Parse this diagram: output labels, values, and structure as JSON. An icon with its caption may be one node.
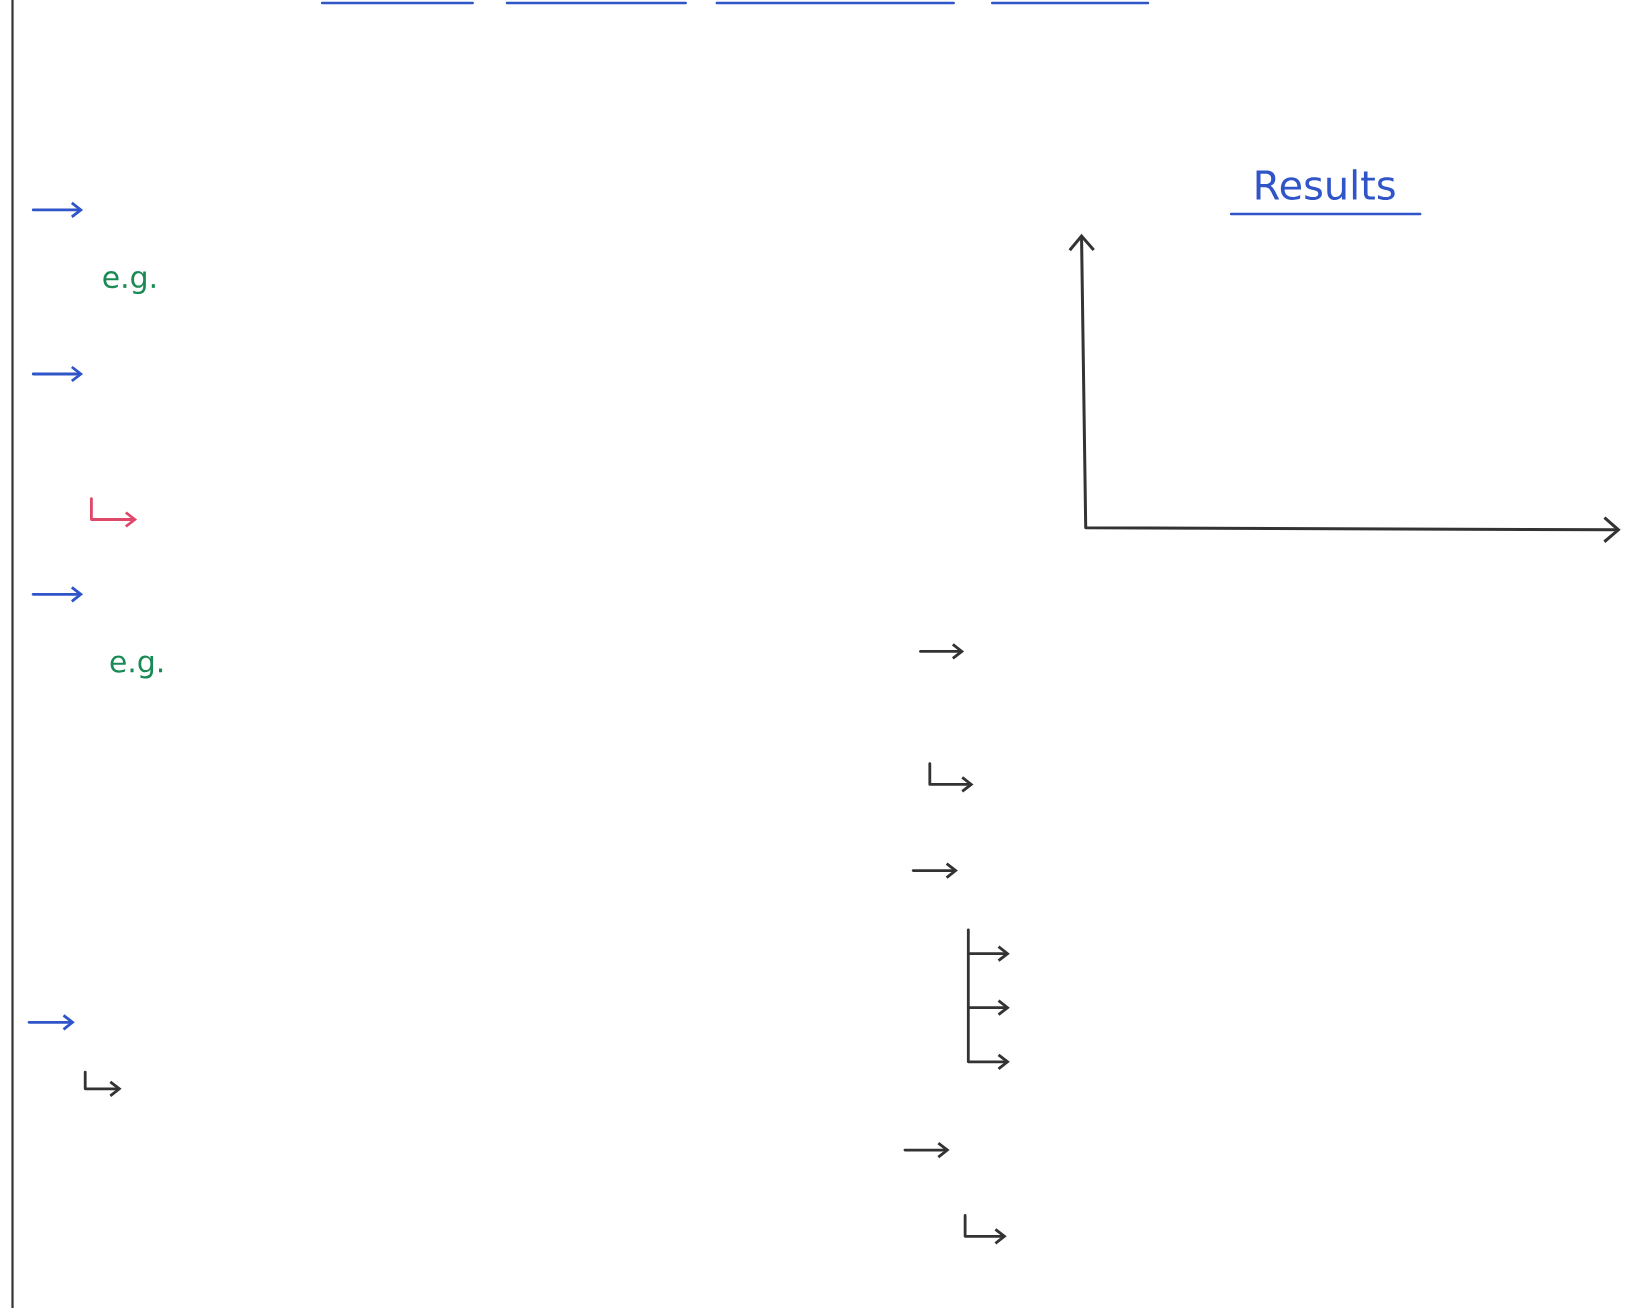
{
  "diagram": {
    "title": "Results",
    "labels": [
      "e.g.",
      "e.g."
    ]
  }
}
